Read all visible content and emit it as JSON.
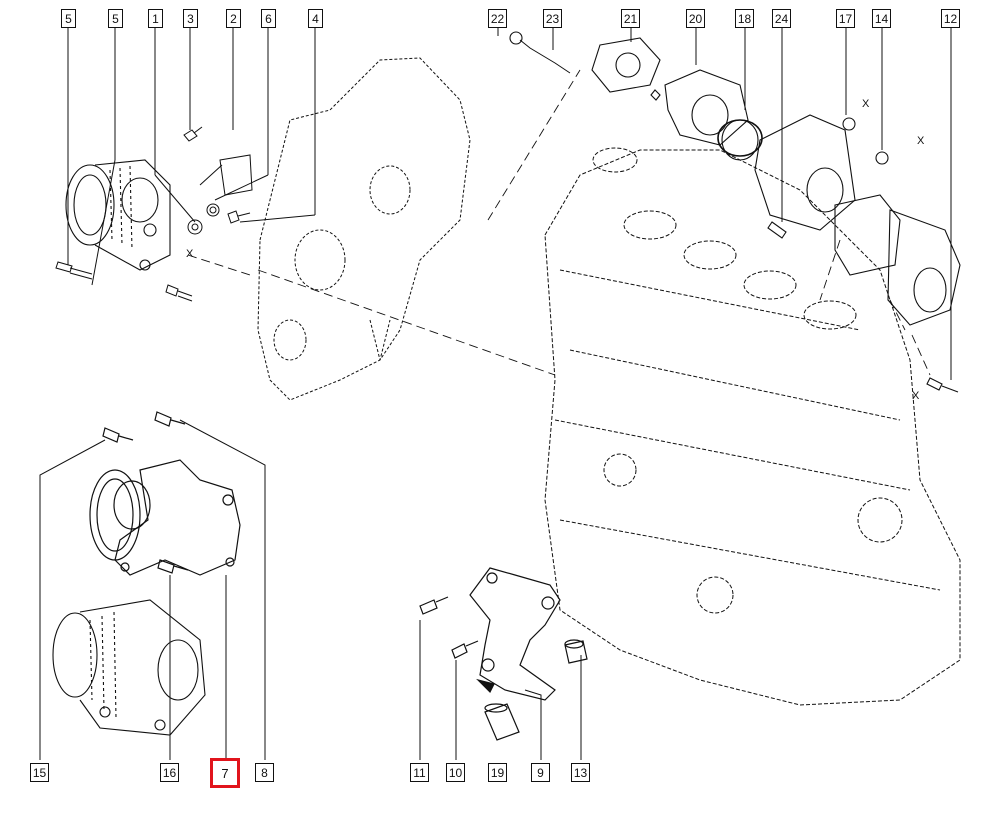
{
  "diagram": {
    "highlight_color": "#e1141c",
    "line_color": "#111111",
    "callouts_top": [
      "5",
      "5",
      "1",
      "3",
      "2",
      "6",
      "4",
      "22",
      "23",
      "21",
      "20",
      "18",
      "24",
      "17",
      "14",
      "12"
    ],
    "callouts_bottom": [
      "15",
      "16",
      "7",
      "8",
      "11",
      "10",
      "19",
      "9",
      "13"
    ],
    "highlighted_callout": "7",
    "x_marks": [
      "X",
      "X",
      "X",
      "X"
    ]
  }
}
